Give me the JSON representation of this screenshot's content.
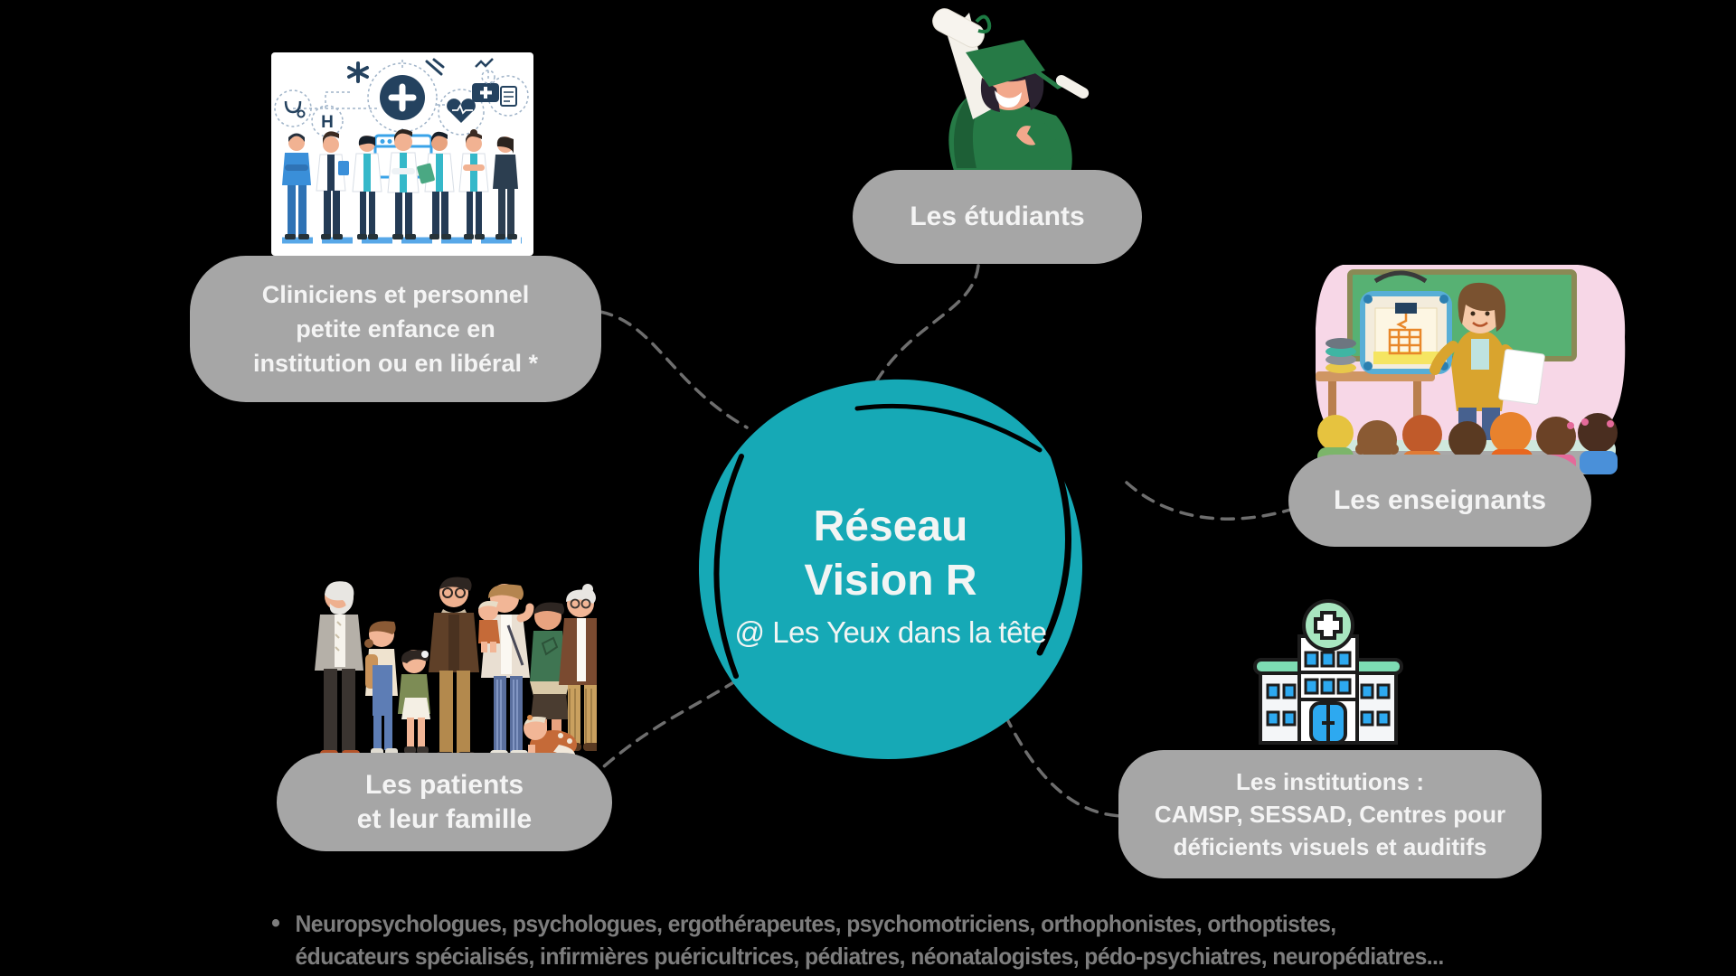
{
  "center": {
    "line1": "Réseau",
    "line2": "Vision R",
    "subtitle": "@ Les Yeux dans la tête"
  },
  "nodes": {
    "cliniciens": {
      "lines": [
        "Cliniciens et personnel",
        "petite enfance en",
        "institution ou en libéral *"
      ]
    },
    "etudiants": {
      "label": "Les étudiants"
    },
    "enseignants": {
      "label": "Les enseignants"
    },
    "patients": {
      "lines": [
        "Les patients",
        "et leur famille"
      ]
    },
    "institutions": {
      "lines": [
        "Les institutions :",
        "CAMSP, SESSAD, Centres pour",
        "déficients visuels et auditifs"
      ]
    }
  },
  "footnote": {
    "bullet": "•",
    "lines": [
      "Neuropsychologues, psychologues,  ergothérapeutes, psychomotriciens, orthophonistes, orthoptistes,",
      "éducateurs spécialisés, infirmières puéricultrices, pédiatres, néonatalogistes, pédo-psychiatres, neuropédiatres..."
    ]
  },
  "colors": {
    "background": "#000000",
    "hub_teal": "#16a9b6",
    "node_gray": "#a6a6a6",
    "connector_gray": "#6e6e6e",
    "label_text": "#f4f4f4",
    "footnote_gray": "#7d7d7d"
  },
  "illustrations": {
    "medical_team": "clinicians and early-childhood staff",
    "medical_h_label": "H",
    "graduate": "student graduate in green gown",
    "classroom": "teacher with 3D printer and pupils",
    "family": "patients multigenerational family",
    "hospital": "hospital building icon"
  }
}
